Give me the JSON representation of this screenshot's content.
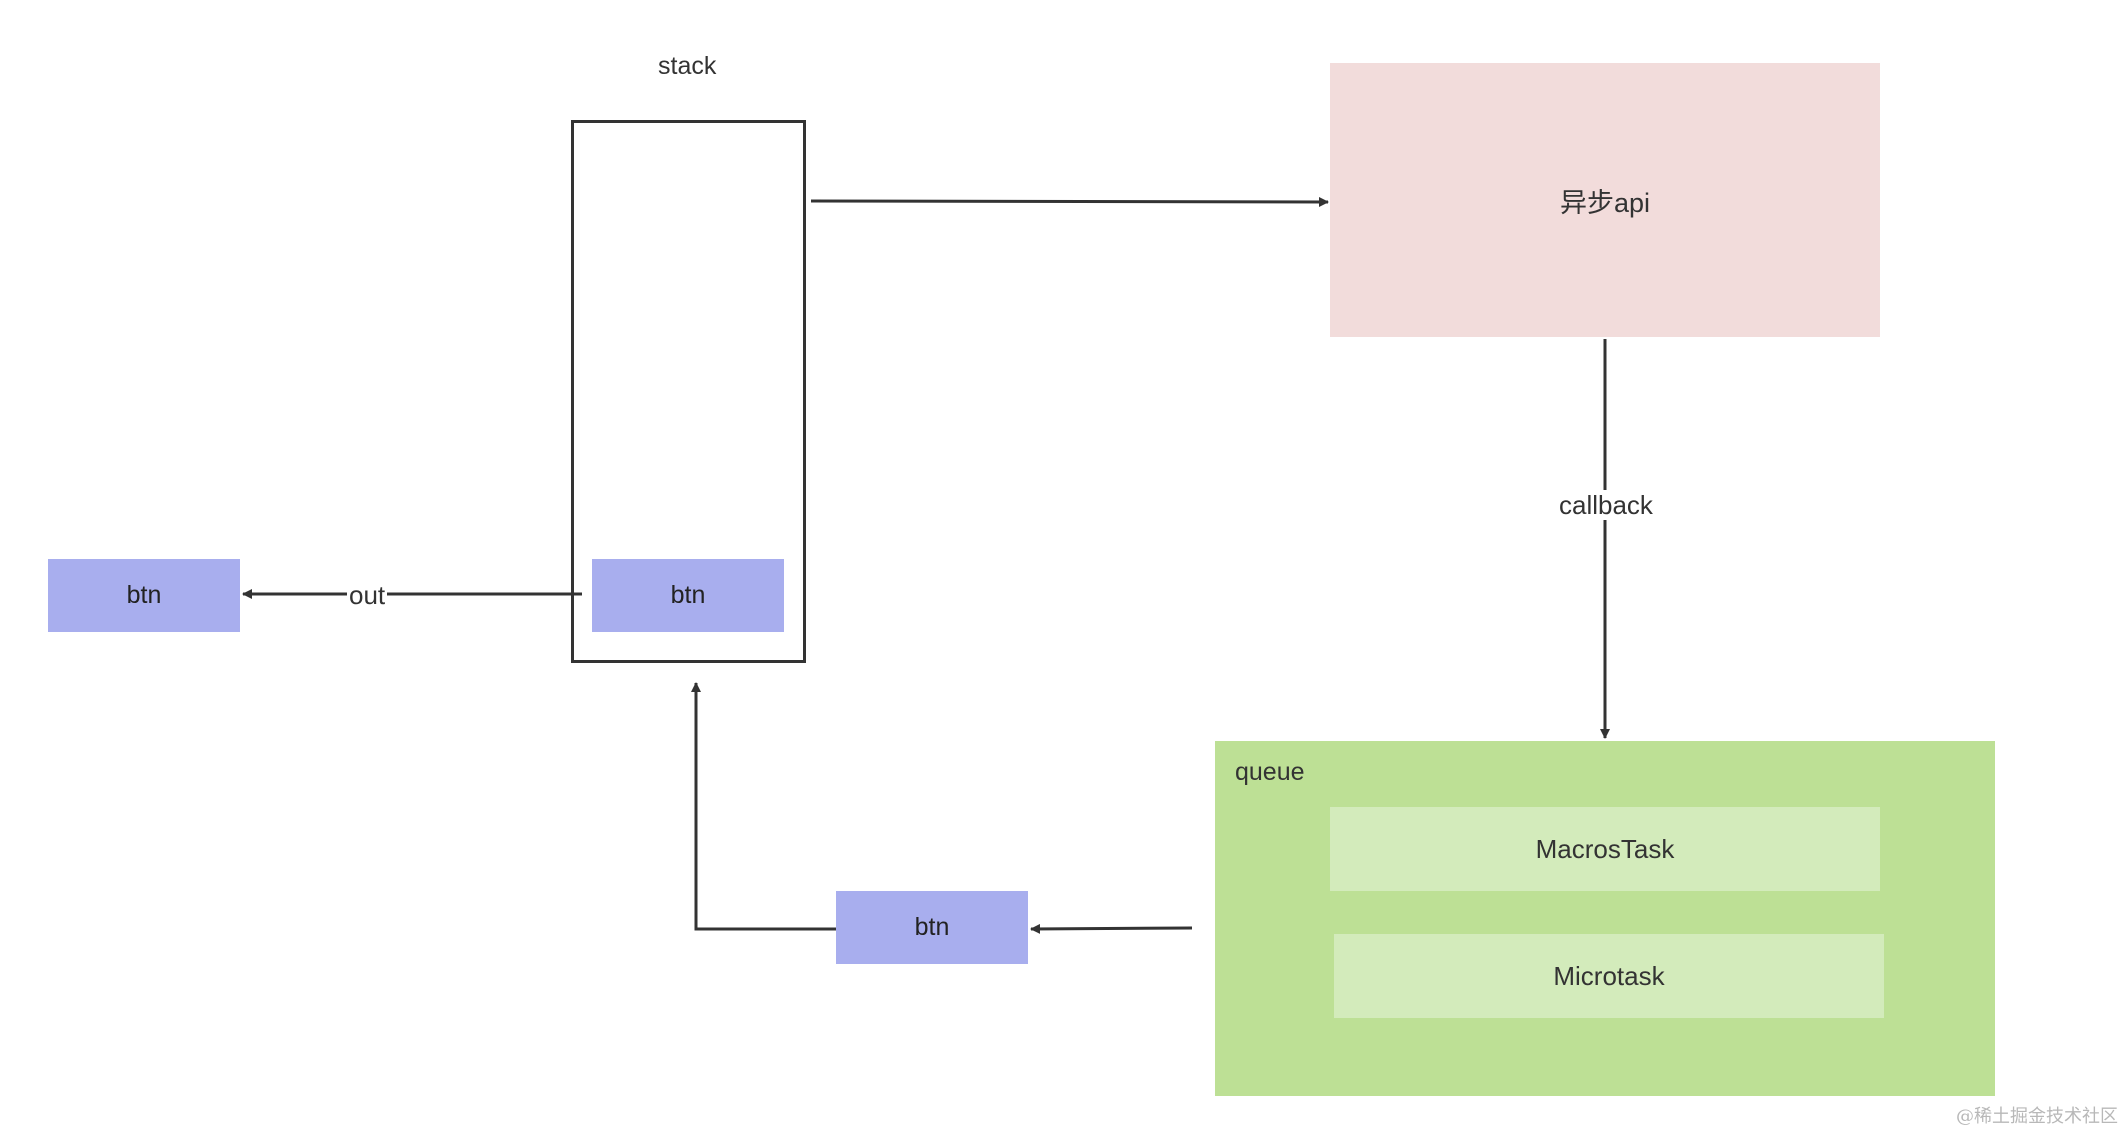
{
  "stack": {
    "title": "stack",
    "inner_label": "btn"
  },
  "left_box": {
    "label": "btn"
  },
  "out_label": "out",
  "api_box": {
    "label": "异步api"
  },
  "callback_label": "callback",
  "queue": {
    "title": "queue",
    "macrotask": "MacrosTask",
    "microtask": "Microtask"
  },
  "bottom_box": {
    "label": "btn"
  },
  "watermark": "@稀土掘金技术社区",
  "colors": {
    "btn_fill": "#a8aeee",
    "api_fill": "#f2dcdb",
    "queue_fill": "#bde095",
    "task_fill": "#d3ebbb",
    "line": "#333333"
  }
}
